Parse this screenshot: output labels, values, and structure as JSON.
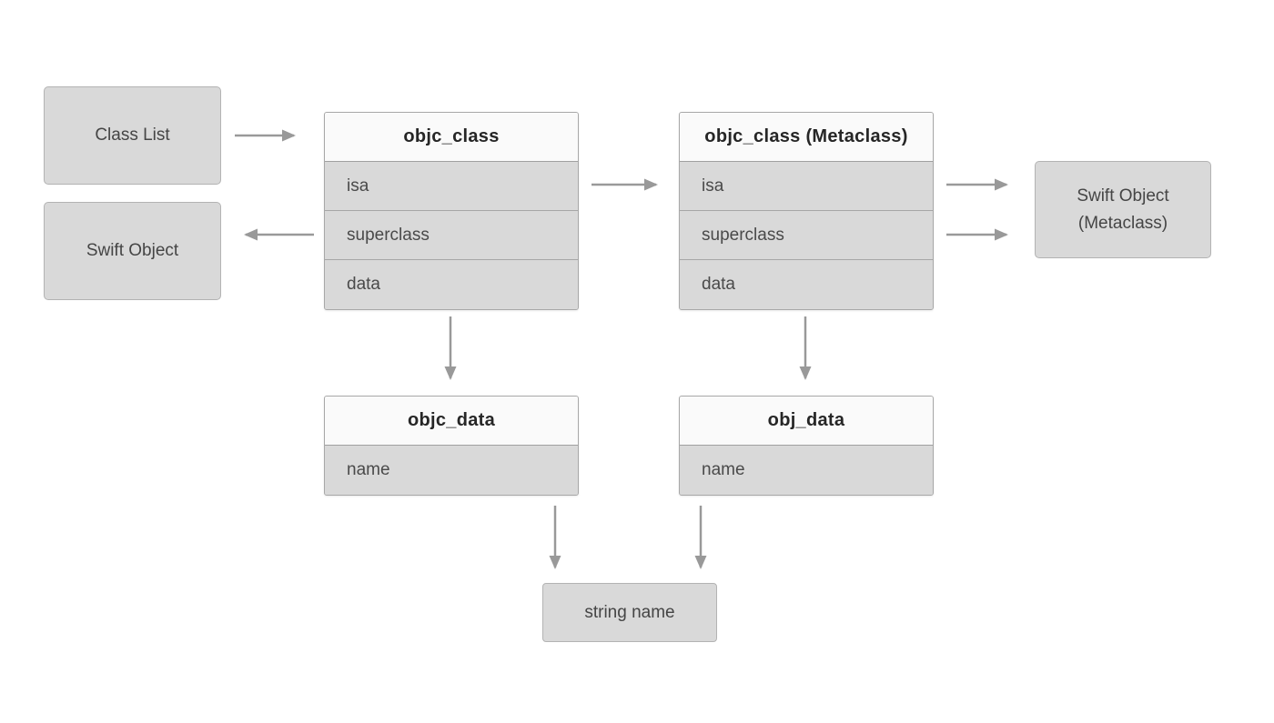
{
  "diagram": {
    "boxes": {
      "class_list": {
        "label": "Class List"
      },
      "swift_object": {
        "label": "Swift Object"
      },
      "swift_object_metaclass": {
        "label": "Swift Object (Metaclass)"
      },
      "string_name": {
        "label": "string name"
      }
    },
    "tables": {
      "objc_class": {
        "title": "objc_class",
        "rows": [
          "isa",
          "superclass",
          "data"
        ]
      },
      "objc_class_metaclass": {
        "title": "objc_class (Metaclass)",
        "rows": [
          "isa",
          "superclass",
          "data"
        ]
      },
      "objc_data": {
        "title": "objc_data",
        "rows": [
          "name"
        ]
      },
      "obj_data": {
        "title": "obj_data",
        "rows": [
          "name"
        ]
      }
    },
    "colors": {
      "box_fill": "#d9d9d9",
      "header_fill": "#fafafa",
      "border": "#a8a8a8",
      "arrow": "#999999",
      "row_text": "#4a4a4a",
      "title_text": "#262626"
    }
  }
}
